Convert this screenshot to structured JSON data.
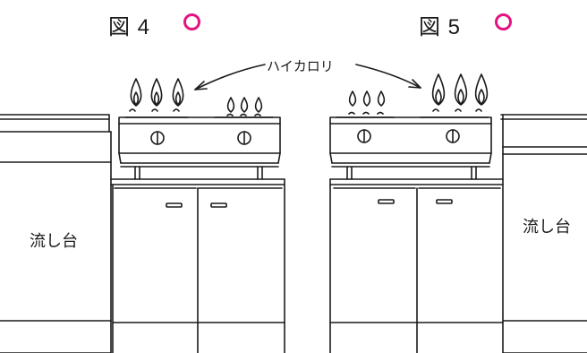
{
  "figures": [
    {
      "label": "図 4",
      "mark_color": "#e4137f",
      "sink_label": "流し台"
    },
    {
      "label": "図 5",
      "mark_color": "#e4137f",
      "sink_label": "流し台"
    }
  ],
  "callout": {
    "text": "ハイカロリ"
  }
}
